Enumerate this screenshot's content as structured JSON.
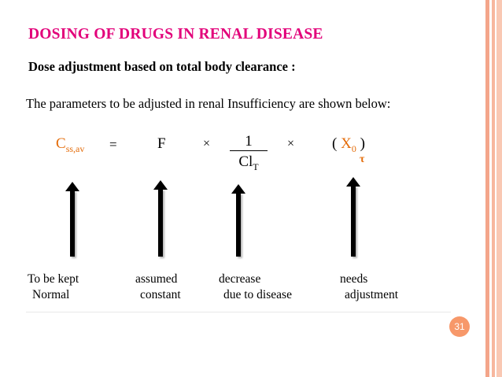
{
  "slide": {
    "title": "DOSING OF DRUGS IN RENAL DISEASE",
    "subtitle": "Dose adjustment based on total body clearance :",
    "intro": "The parameters to be adjusted in renal Insufficiency are shown below:",
    "page_number": "31"
  },
  "formula": {
    "lhs_symbol": "C",
    "lhs_subscript": "ss,av",
    "equals": "=",
    "bioavailability": "F",
    "times_1": "×",
    "fraction_numerator": "1",
    "fraction_denominator": "Cl",
    "fraction_denominator_subscript": "T",
    "times_2": "×",
    "dose_open_paren": "(",
    "dose_symbol": "X",
    "dose_subscript": "0",
    "dose_close_paren": ")",
    "tau": "τ"
  },
  "annotations": [
    {
      "line1": "To be kept",
      "line2": "Normal"
    },
    {
      "line1": "assumed",
      "line2": "constant"
    },
    {
      "line1": "decrease",
      "line2": "due to disease"
    },
    {
      "line1": "needs",
      "line2": "adjustment"
    }
  ],
  "colors": {
    "title": "#e2007a",
    "accent_orange": "#e46c0a",
    "edge_bar": "#f4a58a",
    "badge": "#f7986a"
  }
}
